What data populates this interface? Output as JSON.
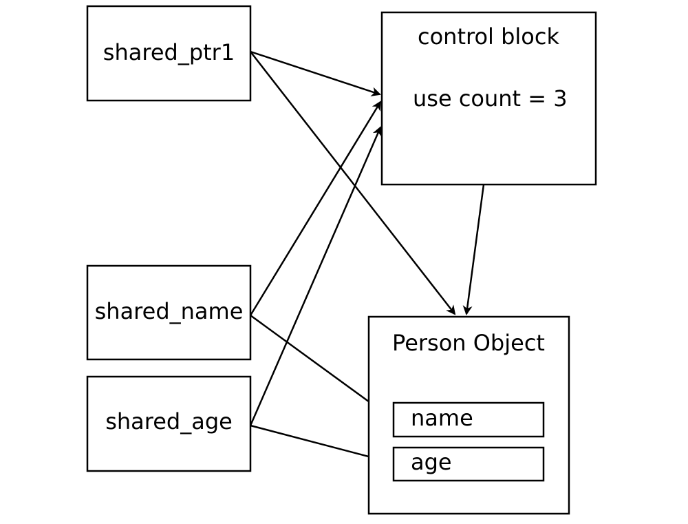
{
  "nodes": {
    "shared_ptr1": {
      "label": "shared_ptr1"
    },
    "shared_name": {
      "label": "shared_name"
    },
    "shared_age": {
      "label": "shared_age"
    },
    "control_block": {
      "title": "control block",
      "use_count_label": "use count = 3"
    },
    "person_object": {
      "title": "Person Object",
      "fields": [
        {
          "label": "name"
        },
        {
          "label": "age"
        }
      ]
    }
  },
  "edges": [
    {
      "from": "shared_ptr1",
      "to": "control_block"
    },
    {
      "from": "shared_ptr1",
      "to": "person_object"
    },
    {
      "from": "shared_name",
      "to": "control_block"
    },
    {
      "from": "shared_name",
      "to": "person_object.name"
    },
    {
      "from": "shared_age",
      "to": "control_block"
    },
    {
      "from": "shared_age",
      "to": "person_object.age"
    },
    {
      "from": "control_block",
      "to": "person_object"
    }
  ],
  "colors": {
    "stroke": "#000000",
    "background": "#ffffff"
  }
}
